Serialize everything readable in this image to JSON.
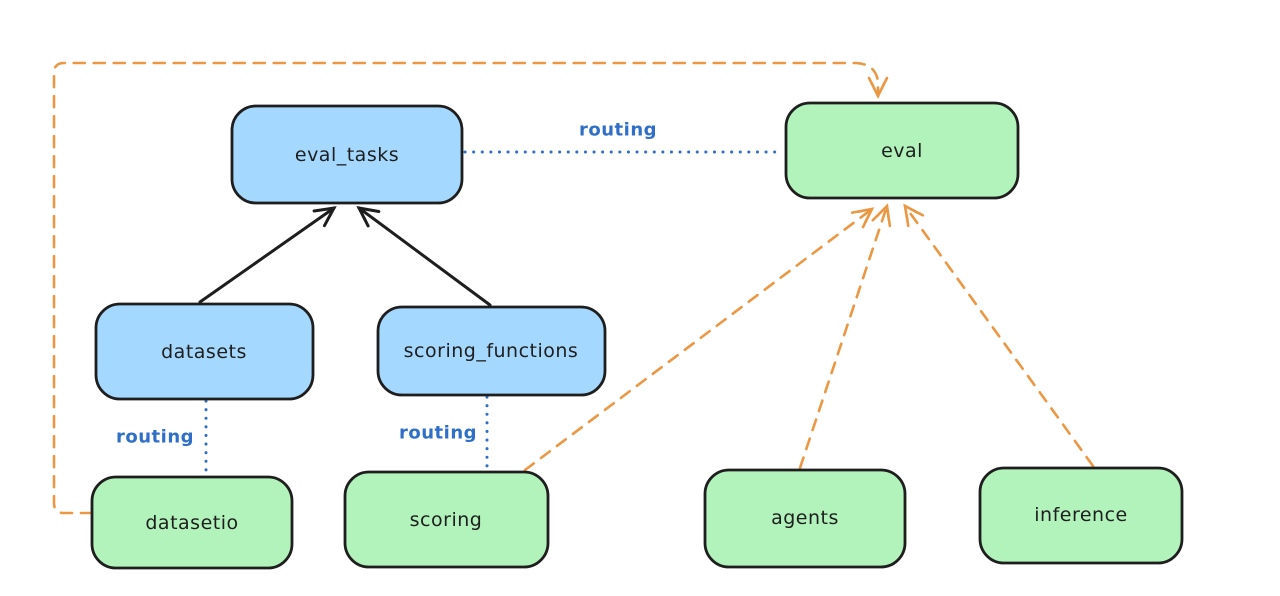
{
  "diagram": {
    "type": "architecture-diagram",
    "background": "#ffffff",
    "nodes": {
      "eval_tasks": {
        "label": "eval_tasks",
        "fill": "#a5d8ff",
        "kind": "registry"
      },
      "eval": {
        "label": "eval",
        "fill": "#b2f2bb",
        "kind": "provider"
      },
      "datasets": {
        "label": "datasets",
        "fill": "#a5d8ff",
        "kind": "registry"
      },
      "scoring_functions": {
        "label": "scoring_functions",
        "fill": "#a5d8ff",
        "kind": "registry"
      },
      "datasetio": {
        "label": "datasetio",
        "fill": "#b2f2bb",
        "kind": "provider"
      },
      "scoring": {
        "label": "scoring",
        "fill": "#b2f2bb",
        "kind": "provider"
      },
      "agents": {
        "label": "agents",
        "fill": "#b2f2bb",
        "kind": "provider"
      },
      "inference": {
        "label": "inference",
        "fill": "#b2f2bb",
        "kind": "provider"
      }
    },
    "edge_labels": {
      "routing": "routing"
    },
    "edges": [
      {
        "from": "datasets",
        "to": "eval_tasks",
        "style": "solid",
        "color": "#1e1e1e",
        "arrow": true
      },
      {
        "from": "scoring_functions",
        "to": "eval_tasks",
        "style": "solid",
        "color": "#1e1e1e",
        "arrow": true
      },
      {
        "from": "eval_tasks",
        "to": "eval",
        "style": "dotted",
        "color": "#306fc7",
        "label": "routing",
        "arrow": false
      },
      {
        "from": "datasets",
        "to": "datasetio",
        "style": "dotted",
        "color": "#306fc7",
        "label": "routing",
        "arrow": false
      },
      {
        "from": "scoring_functions",
        "to": "scoring",
        "style": "dotted",
        "color": "#306fc7",
        "label": "routing",
        "arrow": false
      },
      {
        "from": "datasetio",
        "to": "eval",
        "style": "dashed",
        "color": "#eb9743",
        "arrow": true
      },
      {
        "from": "scoring",
        "to": "eval",
        "style": "dashed",
        "color": "#eb9743",
        "arrow": true
      },
      {
        "from": "agents",
        "to": "eval",
        "style": "dashed",
        "color": "#eb9743",
        "arrow": true
      },
      {
        "from": "inference",
        "to": "eval",
        "style": "dashed",
        "color": "#eb9743",
        "arrow": true
      }
    ],
    "colors": {
      "registry_fill_blue": "#a5d8ff",
      "provider_fill_green": "#b2f2bb",
      "outline_black": "#1e1e1e",
      "routing_blue": "#306fc7",
      "dependency_orange": "#eb9743",
      "background": "#ffffff"
    }
  }
}
